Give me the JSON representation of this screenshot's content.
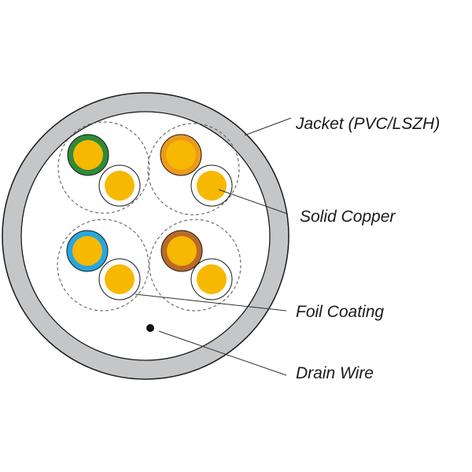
{
  "diagram": {
    "labels": {
      "jacket": "Jacket (PVC/LSZH)",
      "solid_copper": "Solid Copper",
      "foil_coating": "Foil Coating",
      "drain_wire": "Drain Wire"
    },
    "colors": {
      "jacket": "#c5c6c8",
      "outline": "#1a1a1a",
      "foil": "#555555",
      "copper": "#f6b800",
      "pair_1_insulation": "#2f8a3a",
      "pair_2_insulation": "#ec9a1c",
      "pair_3_insulation": "#27a6df",
      "pair_4_insulation": "#b96a28",
      "white_insulation": "#ffffff",
      "drain_wire": "#111111",
      "leader_line": "#333333"
    }
  }
}
